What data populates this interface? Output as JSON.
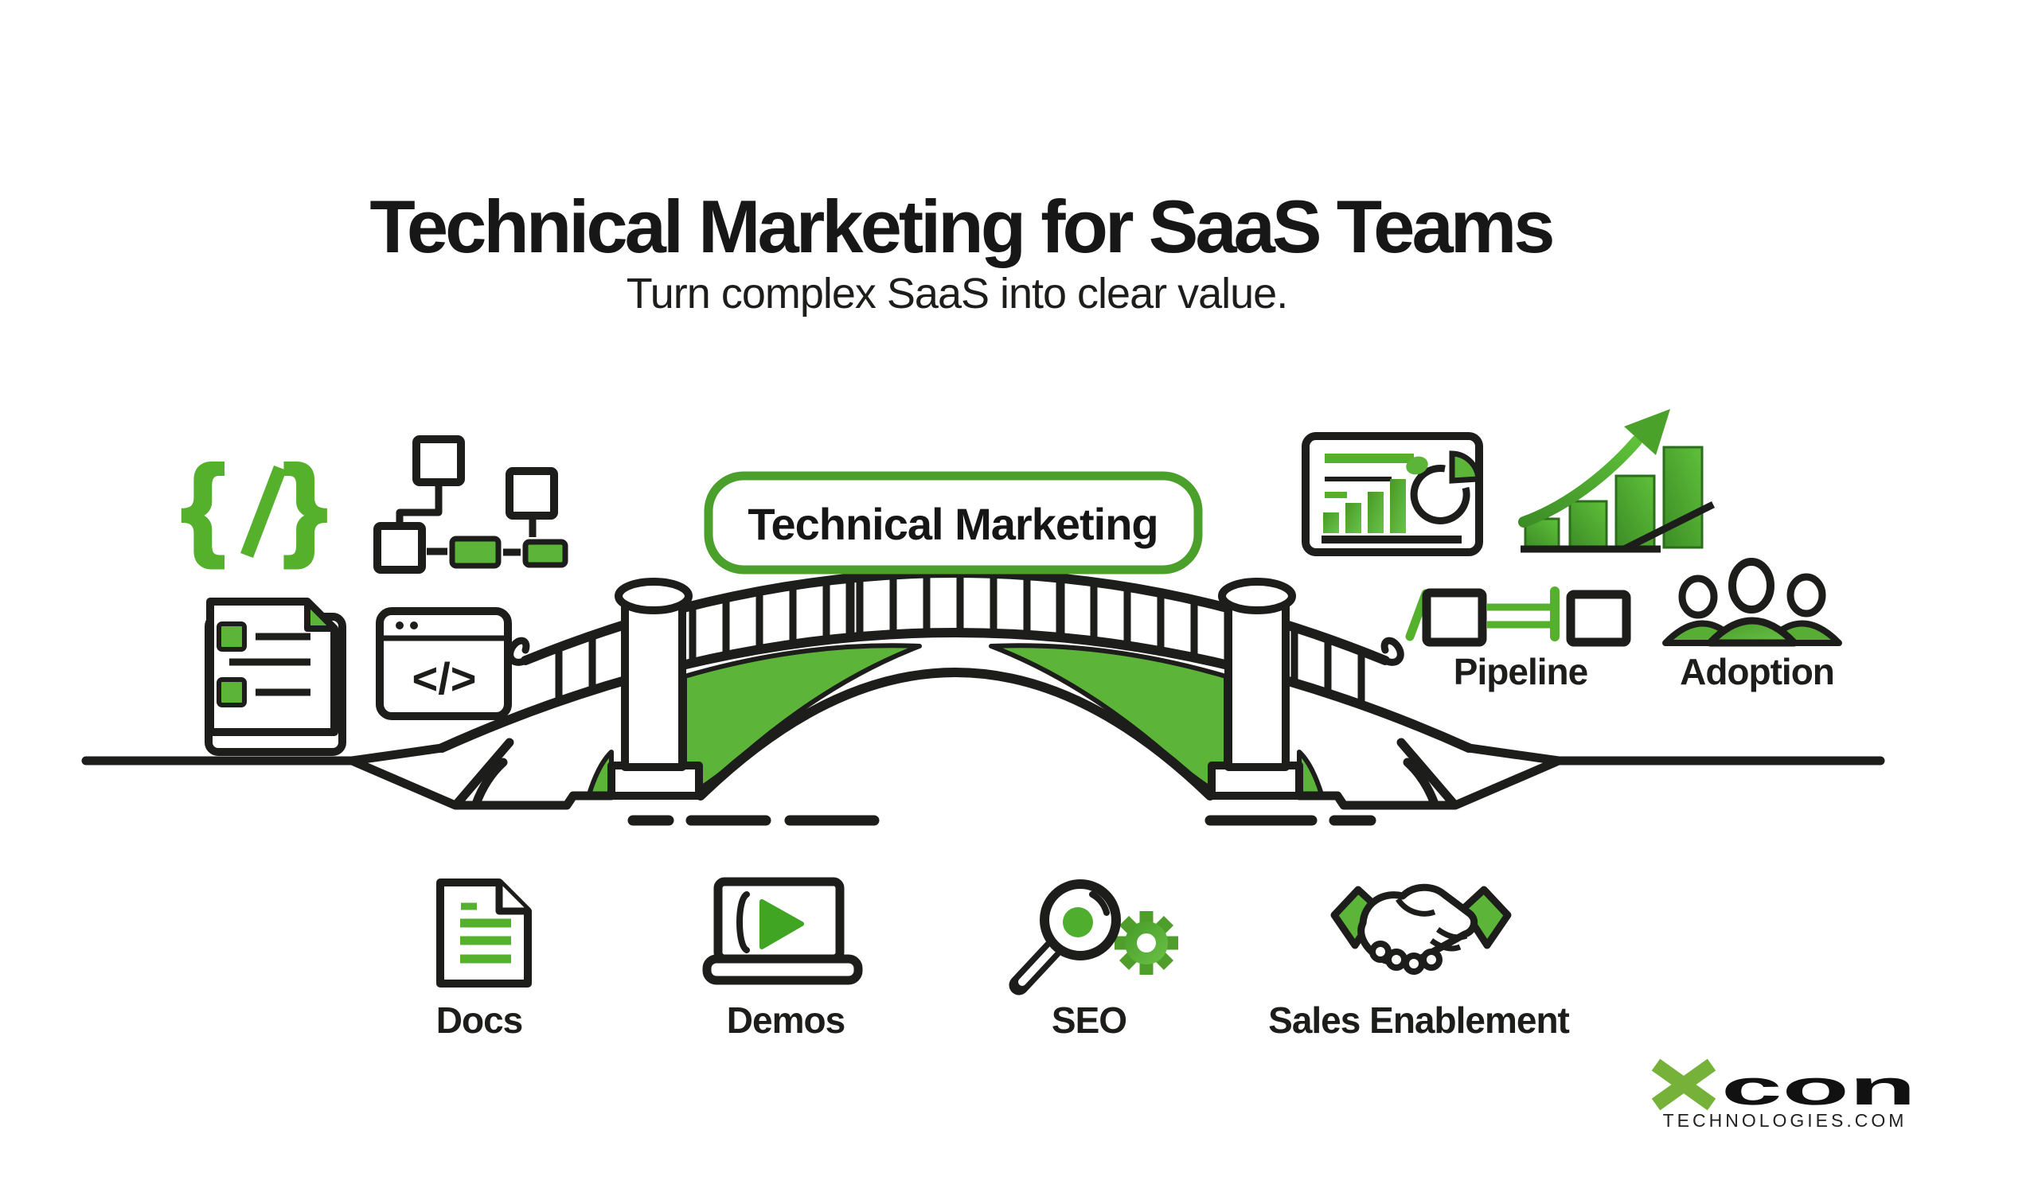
{
  "header": {
    "title": "Technical Marketing for SaaS Teams",
    "subtitle": "Turn complex SaaS into clear value."
  },
  "bridge": {
    "badge_label": "Technical Marketing"
  },
  "glyphs": {
    "brace_open": "{",
    "brace_close": "}",
    "code_window": "</>"
  },
  "right_labels": {
    "pipeline": "Pipeline",
    "adoption": "Adoption"
  },
  "bottom_row": [
    {
      "label": "Docs",
      "icon": "document-icon"
    },
    {
      "label": "Demos",
      "icon": "laptop-play-icon"
    },
    {
      "label": "SEO",
      "icon": "magnifier-gear-icon"
    },
    {
      "label": "Sales Enablement",
      "icon": "handshake-icon"
    }
  ],
  "icons": [
    "code-braces-icon",
    "sitemap-icon",
    "checklist-doc-icon",
    "code-window-icon",
    "dashboard-icon",
    "growth-chart-icon",
    "pipeline-icon",
    "adoption-icon"
  ],
  "logo": {
    "brand_x": "x",
    "brand_rest": "con",
    "tagline": "TECHNOLOGIES.COM"
  },
  "colors": {
    "green": "#4fa82b",
    "green_dark": "#3c8d26",
    "green_light": "#6cc247",
    "ink": "#1d1d1b"
  }
}
